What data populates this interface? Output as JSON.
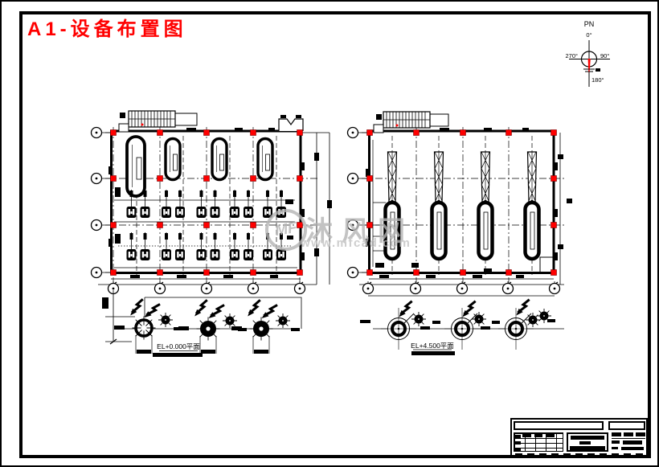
{
  "page": {
    "title": "A1-设备布置图",
    "title_color": "#ff0000"
  },
  "compass": {
    "label": "PN",
    "deg0": "0°",
    "deg90": "90°",
    "deg180": "180°",
    "deg270": "270°",
    "needle_color": "#ff0000"
  },
  "plans": {
    "left": {
      "elevation_label": "EL+0.000平面"
    },
    "right": {
      "elevation_label": "EL+4.500平面"
    }
  },
  "watermark": {
    "logo": "MF",
    "name": "沐风网",
    "url": "www.mfcad.com",
    "color": "#b5b5b5"
  },
  "colors": {
    "line": "#000000",
    "grid_marker": "#ff0000",
    "background": "#ffffff"
  }
}
